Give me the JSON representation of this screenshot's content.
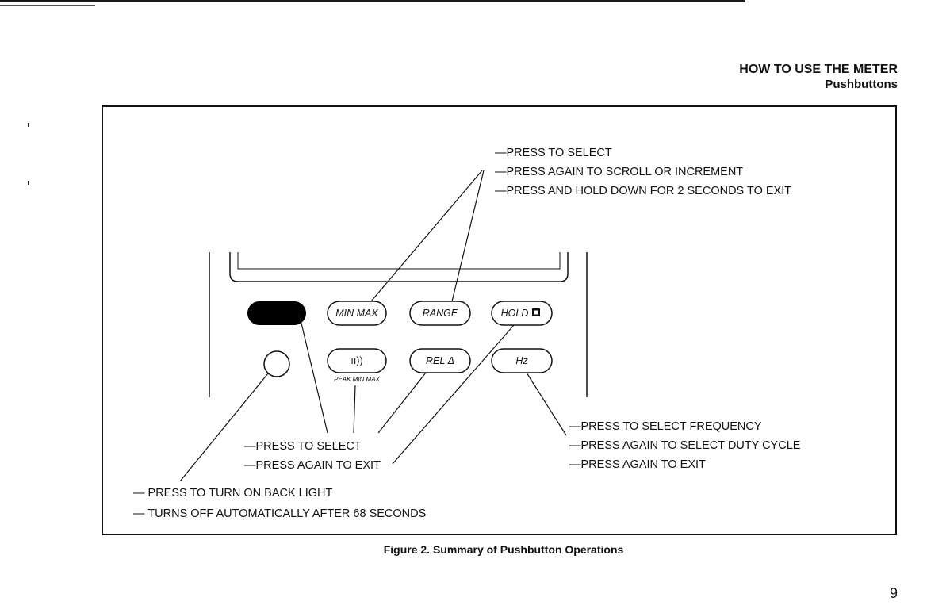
{
  "header": {
    "section": "HOW TO USE THE METER",
    "subsection": "Pushbuttons"
  },
  "figure": {
    "caption": "Figure 2. Summary of Pushbutton Operations",
    "buttons": {
      "min_max": "MIN MAX",
      "range": "RANGE",
      "hold": "HOLD",
      "rel": "REL Δ",
      "hz": "Hz",
      "beeper": "ıı))",
      "peak_min_max": "PEAK MIN MAX"
    },
    "notes_top": [
      "—PRESS TO SELECT",
      "—PRESS AGAIN TO SCROLL OR INCREMENT",
      "—PRESS AND HOLD DOWN FOR 2 SECONDS TO EXIT"
    ],
    "notes_middle": [
      "—PRESS TO SELECT",
      "—PRESS AGAIN TO EXIT"
    ],
    "notes_right": [
      "—PRESS TO SELECT FREQUENCY",
      "—PRESS AGAIN TO SELECT DUTY CYCLE",
      "—PRESS AGAIN TO EXIT"
    ],
    "notes_bottom": [
      "— PRESS TO TURN ON BACK LIGHT",
      "— TURNS OFF AUTOMATICALLY AFTER 68 SECONDS"
    ]
  },
  "page_number": "9"
}
